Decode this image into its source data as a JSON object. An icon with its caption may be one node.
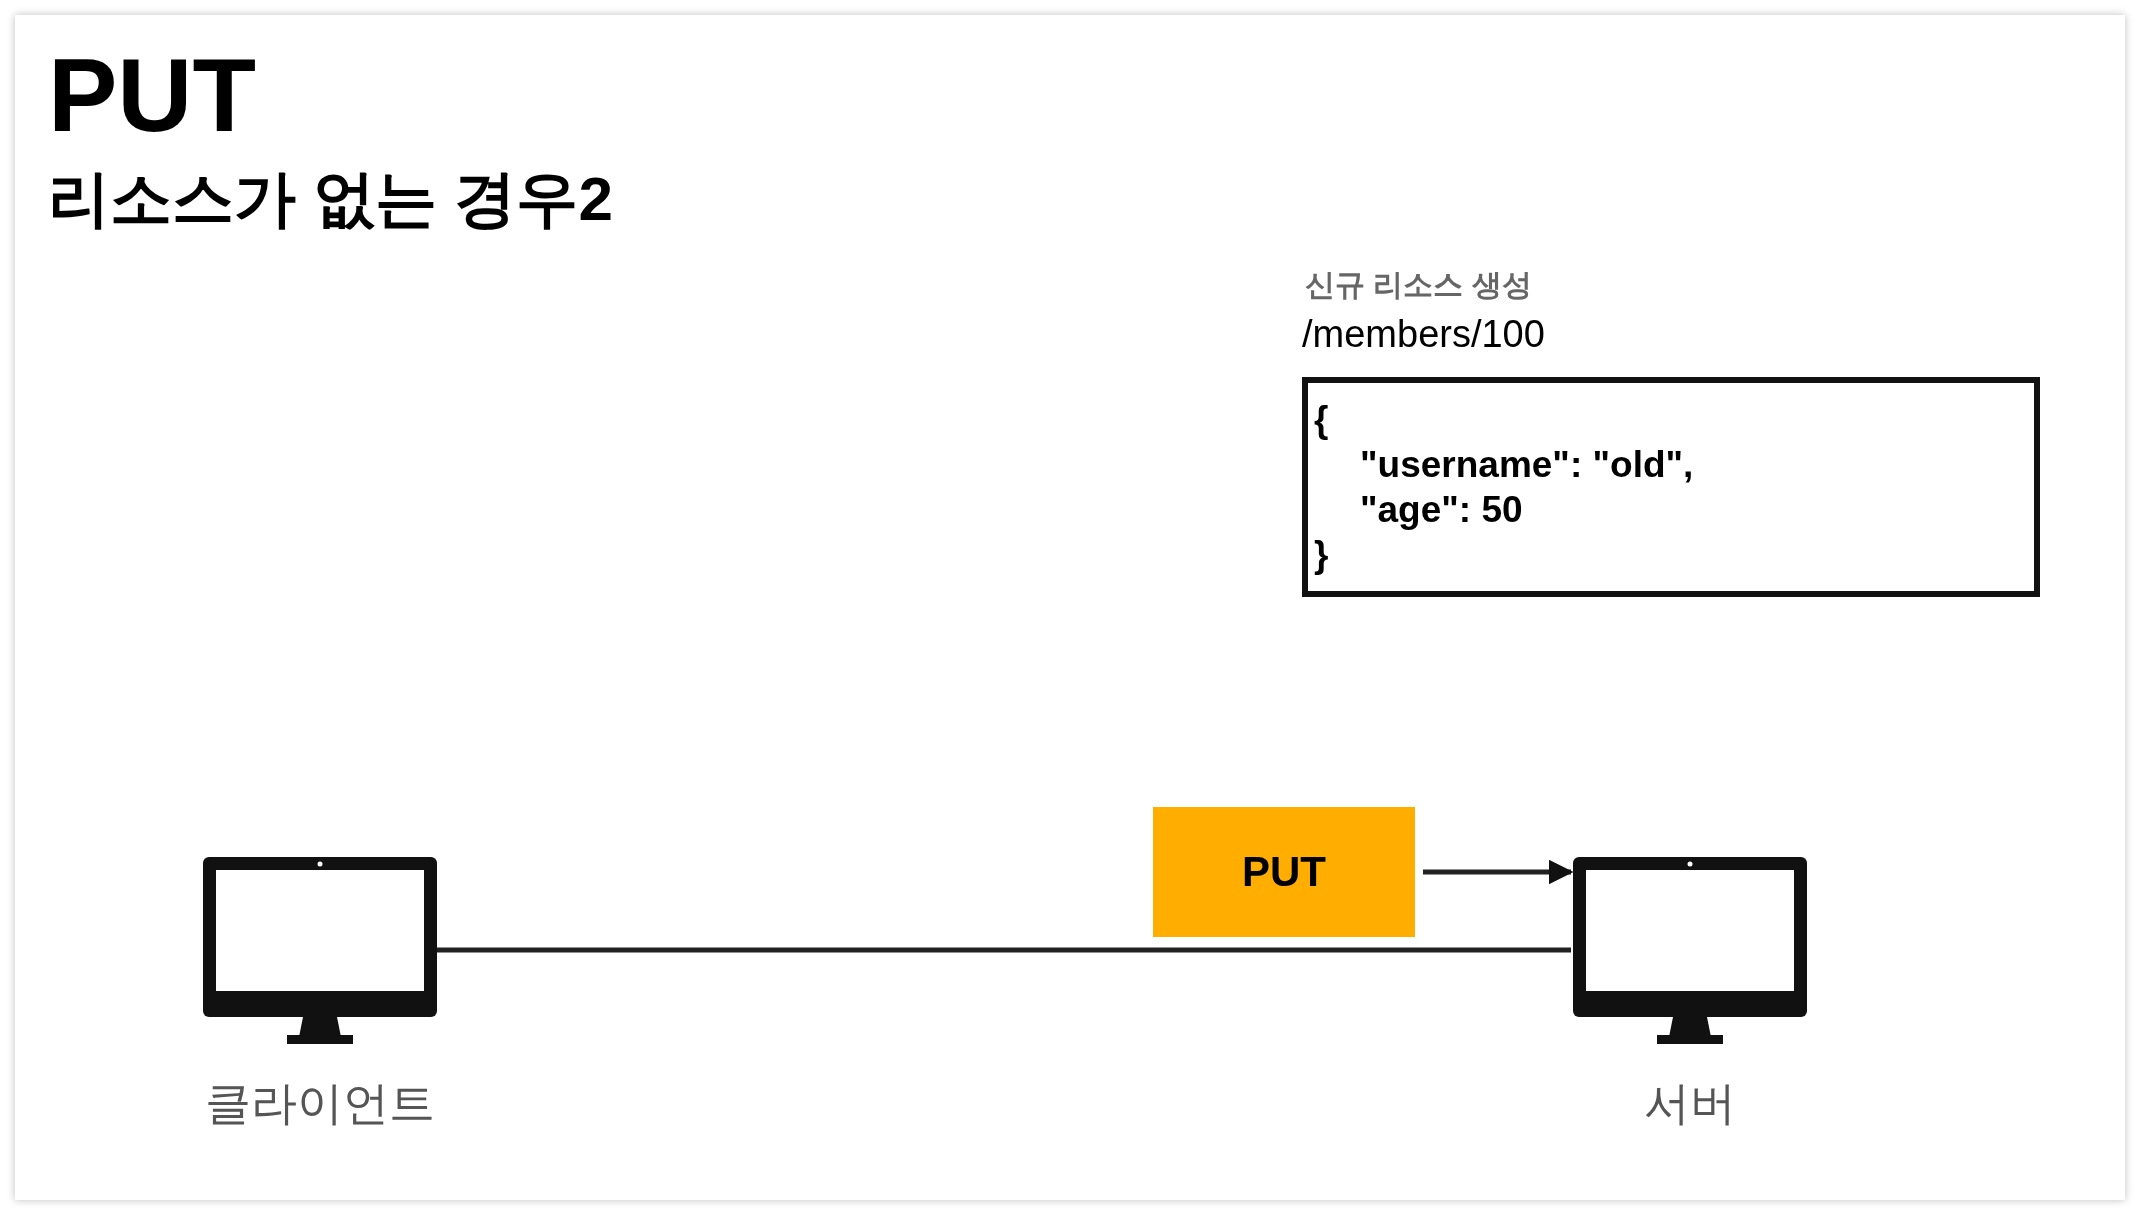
{
  "diagram": {
    "title": "PUT",
    "nodes": [
      {
        "text": [
          "클라이언트"
        ]
      },
      {
        "text": [
          "서버"
        ]
      },
      {
        "text": [
          "PUT"
        ]
      },
      {
        "text": [
          "신규 리소스 생성",
          "/members/100",
          "{",
          "\"username\": \"old\",",
          "\"age\": 50",
          "}"
        ]
      }
    ],
    "edges": [
      {
        "from": 0,
        "to": 1,
        "arrow": "none"
      },
      {
        "from": 2,
        "to": 1,
        "arrow": "to"
      }
    ],
    "labels": [
      "리소스가 없는 경우2"
    ]
  }
}
